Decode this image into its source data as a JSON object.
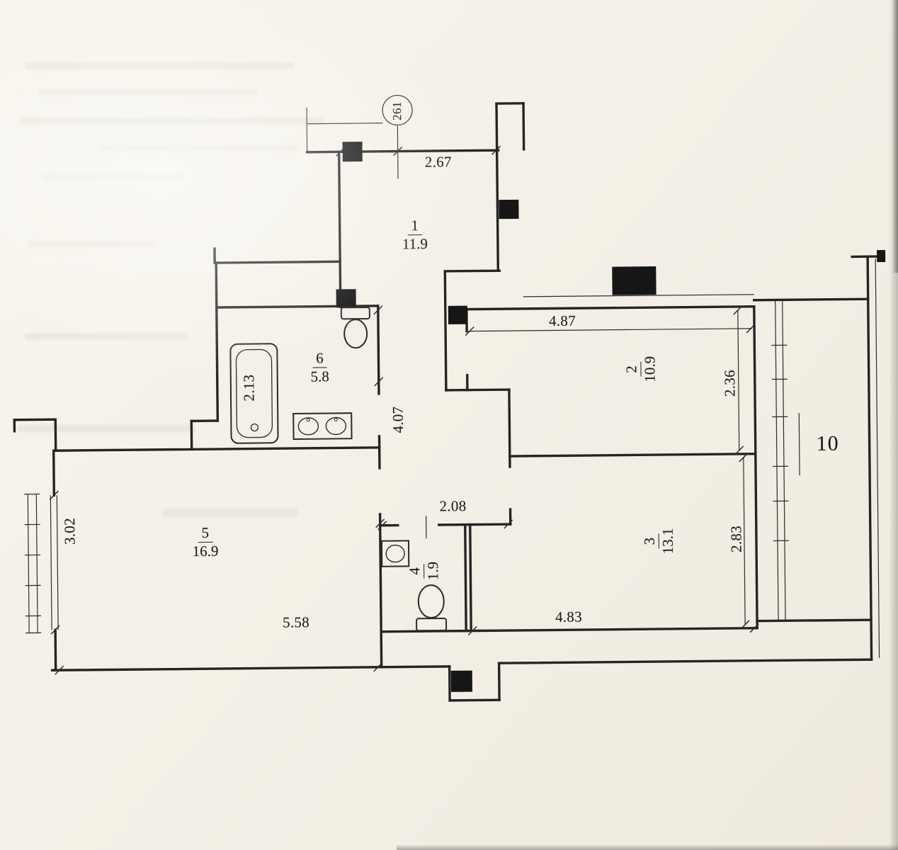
{
  "page": {
    "apartment_number": "10",
    "axis_marker": "261"
  },
  "rooms": {
    "r1": {
      "number": "1",
      "area": "11.9"
    },
    "r2": {
      "number": "2",
      "area": "10.9"
    },
    "r3": {
      "number": "3",
      "area": "13.1"
    },
    "r4": {
      "number": "4",
      "area": "1.9"
    },
    "r5": {
      "number": "5",
      "area": "16.9"
    },
    "r6": {
      "number": "6",
      "area": "5.8"
    }
  },
  "dimensions": {
    "entry_width": "2.67",
    "room2_width": "4.87",
    "room2_depth": "2.36",
    "room3_depth": "2.83",
    "room3_width": "4.83",
    "room5_width": "5.58",
    "room5_depth": "3.02",
    "bath_length": "2.13",
    "hall_length": "4.07",
    "hall_width": "2.08"
  }
}
